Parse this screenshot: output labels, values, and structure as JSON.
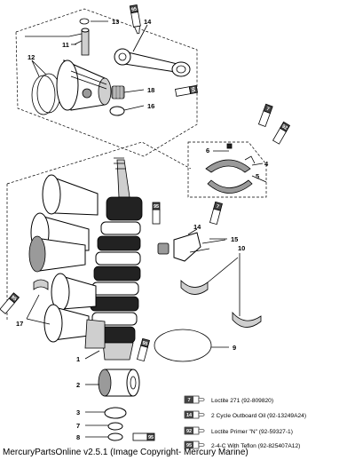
{
  "callouts": {
    "c1": "1",
    "c2": "2",
    "c3": "3",
    "c4": "4",
    "c5": "5",
    "c6": "6",
    "c7": "7",
    "c8": "8",
    "c9": "9",
    "c10": "10",
    "c11": "11",
    "c12": "12",
    "c13": "13",
    "c14a": "14",
    "c14b": "14",
    "c15": "15",
    "c16": "16",
    "c17": "17",
    "c18": "18"
  },
  "tubes": {
    "t95a": "95",
    "t95b": "95",
    "t95c": "95",
    "t95d": "95",
    "t95e": "95",
    "t95f": "95",
    "t7a": "7",
    "t7b": "7",
    "t92": "92"
  },
  "legend": {
    "l1_num": "7",
    "l1_text": "Loctite 271 (92-809820)",
    "l2_num": "14",
    "l2_text": "2 Cycle Outboard Oil (92-13249A24)",
    "l3_num": "92",
    "l3_text": "Loctite Primer \"N\" (92-59327-1)",
    "l4_num": "95",
    "l4_text": "2-4-C With Teflon (92-825407A12)"
  },
  "footer": "MercuryPartsOnline v2.5.1 (Image Copyright- Mercury Marine)"
}
